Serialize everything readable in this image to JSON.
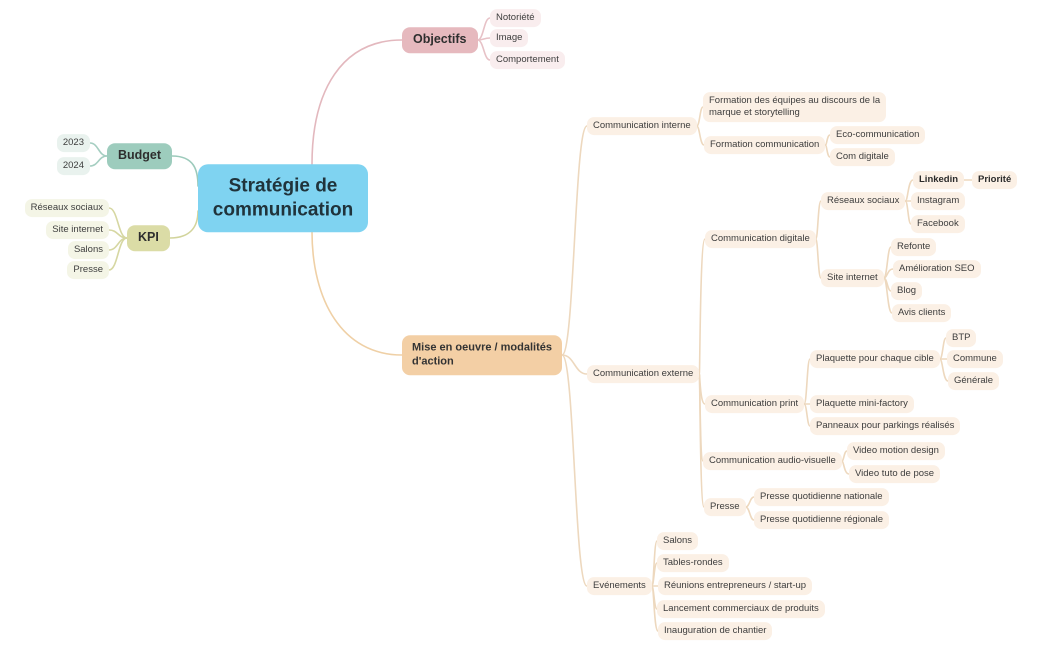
{
  "title": "Stratégie de communication",
  "colors": {
    "central_bg": "#7FD3F1",
    "objectifs_bg": "#E6B9BE",
    "budget_bg": "#9DCCBD",
    "kpi_bg": "#DBDCA6",
    "mise_bg": "#F3CFA5",
    "leaf_peach_bg": "#FBF0E5",
    "leaf_pink_bg": "#F9EDEE",
    "leaf_teal_bg": "#E9F2EE",
    "leaf_olive_bg": "#F4F5E6",
    "edge_pink": "#E7C2C7",
    "edge_teal": "#A5CEC1",
    "edge_olive": "#D6D7A2",
    "edge_tan": "#EDD8BE"
  },
  "tree": {
    "id": "central",
    "label": "Stratégie de\ncommunication",
    "children": [
      {
        "id": "objectifs",
        "label": "Objectifs",
        "branch": "pink",
        "children": [
          {
            "id": "notoriete",
            "label": "Notoriété"
          },
          {
            "id": "image",
            "label": "Image"
          },
          {
            "id": "comportement",
            "label": "Comportement"
          }
        ]
      },
      {
        "id": "budget",
        "label": "Budget",
        "branch": "teal",
        "children": [
          {
            "id": "annee-2023",
            "label": "2023"
          },
          {
            "id": "annee-2024",
            "label": "2024"
          }
        ]
      },
      {
        "id": "kpi",
        "label": "KPI",
        "branch": "olive",
        "children": [
          {
            "id": "kpi-reseaux-sociaux",
            "label": "Réseaux sociaux"
          },
          {
            "id": "kpi-site-internet",
            "label": "Site internet"
          },
          {
            "id": "kpi-salons",
            "label": "Salons"
          },
          {
            "id": "kpi-presse",
            "label": "Presse"
          }
        ]
      },
      {
        "id": "mise-en-oeuvre",
        "label": "Mise en oeuvre / modalités\nd'action",
        "branch": "tan",
        "children": [
          {
            "id": "communication-interne",
            "label": "Communication interne",
            "children": [
              {
                "id": "formation-equipes",
                "label": "Formation des équipes au discours de la\nmarque et storytelling"
              },
              {
                "id": "formation-communication",
                "label": "Formation communication",
                "children": [
                  {
                    "id": "eco-communication",
                    "label": "Eco-communication"
                  },
                  {
                    "id": "com-digitale",
                    "label": "Com digitale"
                  }
                ]
              }
            ]
          },
          {
            "id": "communication-externe",
            "label": "Communication externe",
            "children": [
              {
                "id": "communication-digitale",
                "label": "Communication digitale",
                "children": [
                  {
                    "id": "reseaux-sociaux",
                    "label": "Réseaux sociaux",
                    "children": [
                      {
                        "id": "linkedin",
                        "label": "Linkedin",
                        "bold": true,
                        "children": [
                          {
                            "id": "priorite",
                            "label": "Priorité",
                            "bold": true
                          }
                        ]
                      },
                      {
                        "id": "instagram",
                        "label": "Instagram"
                      },
                      {
                        "id": "facebook",
                        "label": "Facebook"
                      }
                    ]
                  },
                  {
                    "id": "site-internet",
                    "label": "Site internet",
                    "children": [
                      {
                        "id": "refonte",
                        "label": "Refonte"
                      },
                      {
                        "id": "amelioration-seo",
                        "label": "Amélioration SEO"
                      },
                      {
                        "id": "blog",
                        "label": "Blog"
                      },
                      {
                        "id": "avis-clients",
                        "label": "Avis clients"
                      }
                    ]
                  }
                ]
              },
              {
                "id": "communication-print",
                "label": "Communication print",
                "children": [
                  {
                    "id": "plaquette-chaque-cible",
                    "label": "Plaquette pour chaque cible",
                    "children": [
                      {
                        "id": "btp",
                        "label": "BTP"
                      },
                      {
                        "id": "commune",
                        "label": "Commune"
                      },
                      {
                        "id": "generale",
                        "label": "Générale"
                      }
                    ]
                  },
                  {
                    "id": "plaquette-mini-factory",
                    "label": "Plaquette mini-factory"
                  },
                  {
                    "id": "panneaux-parkings",
                    "label": "Panneaux pour parkings réalisés"
                  }
                ]
              },
              {
                "id": "communication-audio-visuelle",
                "label": "Communication audio-visuelle",
                "children": [
                  {
                    "id": "video-motion-design",
                    "label": "Video motion design"
                  },
                  {
                    "id": "video-tuto-pose",
                    "label": "Video tuto de pose"
                  }
                ]
              },
              {
                "id": "presse",
                "label": "Presse",
                "children": [
                  {
                    "id": "presse-nationale",
                    "label": "Presse quotidienne nationale"
                  },
                  {
                    "id": "presse-regionale",
                    "label": "Presse quotidienne régionale"
                  }
                ]
              }
            ]
          },
          {
            "id": "evenements",
            "label": "Evénements",
            "children": [
              {
                "id": "salons",
                "label": "Salons"
              },
              {
                "id": "tables-rondes",
                "label": "Tables-rondes"
              },
              {
                "id": "reunions-entrepreneurs",
                "label": "Réunions entrepreneurs / start-up"
              },
              {
                "id": "lancement-commerciaux",
                "label": "Lancement commerciaux de produits"
              },
              {
                "id": "inauguration-chantier",
                "label": "Inauguration de chantier"
              }
            ]
          }
        ]
      }
    ]
  }
}
